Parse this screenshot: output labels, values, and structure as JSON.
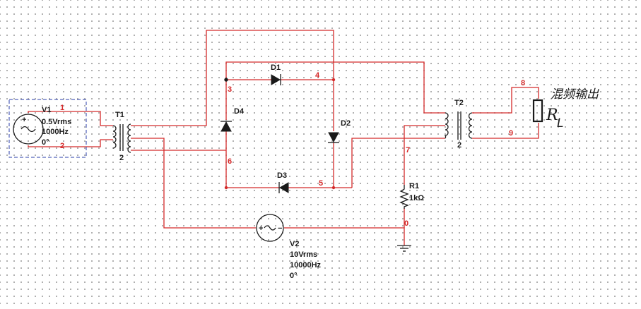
{
  "components": {
    "v1": {
      "name": "V1",
      "amplitude": "0.5Vrms",
      "frequency": "1000Hz",
      "phase": "0°"
    },
    "v2": {
      "name": "V2",
      "amplitude": "10Vrms",
      "frequency": "10000Hz",
      "phase": "0°"
    },
    "t1": {
      "name": "T1",
      "ratio": "2"
    },
    "t2": {
      "name": "T2",
      "ratio": "2"
    },
    "d1": "D1",
    "d2": "D2",
    "d3": "D3",
    "d4": "D4",
    "r1": {
      "name": "R1",
      "value": "1kΩ"
    }
  },
  "nets": [
    "1",
    "2",
    "3",
    "4",
    "5",
    "6",
    "7",
    "8",
    "9",
    "0"
  ],
  "annotations": {
    "output_note": "混频输出",
    "load_label": "R",
    "load_subscript": "L"
  }
}
